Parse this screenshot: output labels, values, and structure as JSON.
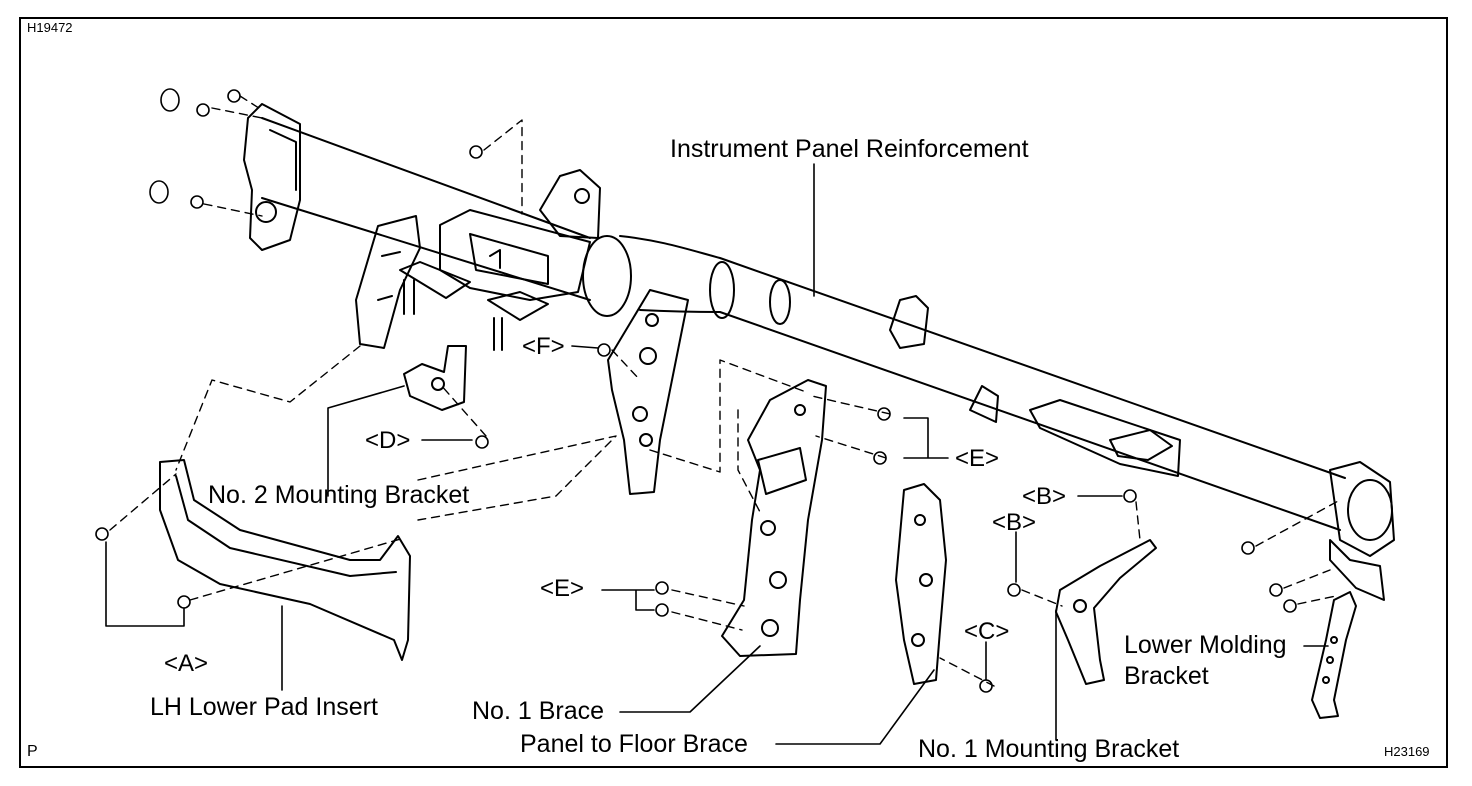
{
  "codes": {
    "top_left": "H19472",
    "bottom_left": "P",
    "bottom_right": "H23169"
  },
  "labels": {
    "instrument_panel_reinforcement": "Instrument Panel Reinforcement",
    "no2_mounting_bracket": "No. 2 Mounting Bracket",
    "lh_lower_pad_insert": "LH Lower Pad Insert",
    "no1_brace": "No. 1 Brace",
    "panel_to_floor_brace": "Panel to Floor Brace",
    "no1_mounting_bracket": "No. 1 Mounting Bracket",
    "lower_molding_bracket_line1": "Lower Molding",
    "lower_molding_bracket_line2": "Bracket"
  },
  "fastener_tags": {
    "a": "<A>",
    "b": "<B>",
    "c": "<C>",
    "d": "<D>",
    "e": "<E>",
    "f": "<F>"
  }
}
